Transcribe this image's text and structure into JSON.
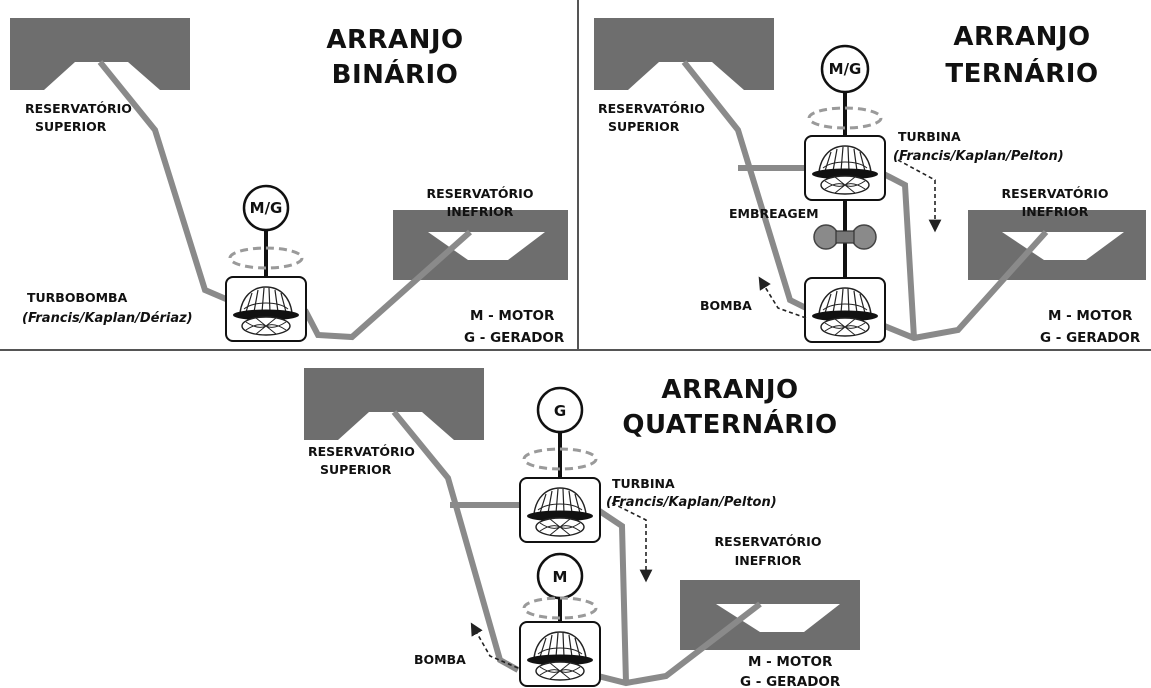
{
  "panels": {
    "binary": {
      "title_line1": "ARRANJO",
      "title_line2": "BINÁRIO",
      "upper_res_line1": "RESERVATÓRIO",
      "upper_res_line2": "SUPERIOR",
      "lower_res_line1": "RESERVATÓRIO",
      "lower_res_line2": "INEFRIOR",
      "machine_label": "M/G",
      "unit_label": "TURBOBOMBA",
      "unit_types": "(Francis/Kaplan/Dériaz)",
      "legend_line1": "M - MOTOR",
      "legend_line2": "G - GERADOR"
    },
    "ternary": {
      "title_line1": "ARRANJO",
      "title_line2": "TERNÁRIO",
      "upper_res_line1": "RESERVATÓRIO",
      "upper_res_line2": "SUPERIOR",
      "lower_res_line1": "RESERVATÓRIO",
      "lower_res_line2": "INEFRIOR",
      "machine_label": "M/G",
      "turbine_label": "TURBINA",
      "turbine_types": "(Francis/Kaplan/Pelton)",
      "clutch_label": "EMBREAGEM",
      "pump_label": "BOMBA",
      "legend_line1": "M - MOTOR",
      "legend_line2": "G - GERADOR"
    },
    "quaternary": {
      "title_line1": "ARRANJO",
      "title_line2": "QUATERNÁRIO",
      "upper_res_line1": "RESERVATÓRIO",
      "upper_res_line2": "SUPERIOR",
      "lower_res_line1": "RESERVATÓRIO",
      "lower_res_line2": "INEFRIOR",
      "generator_label": "G",
      "motor_label": "M",
      "turbine_label": "TURBINA",
      "turbine_types": "(Francis/Kaplan/Pelton)",
      "pump_label": "BOMBA",
      "legend_line1": "M - MOTOR",
      "legend_line2": "G - GERADOR"
    }
  },
  "colors": {
    "reservoir": "#6e6e6e",
    "pipe": "#8a8a8a",
    "rotation": "#9a9a9a",
    "divider": "#555555"
  }
}
